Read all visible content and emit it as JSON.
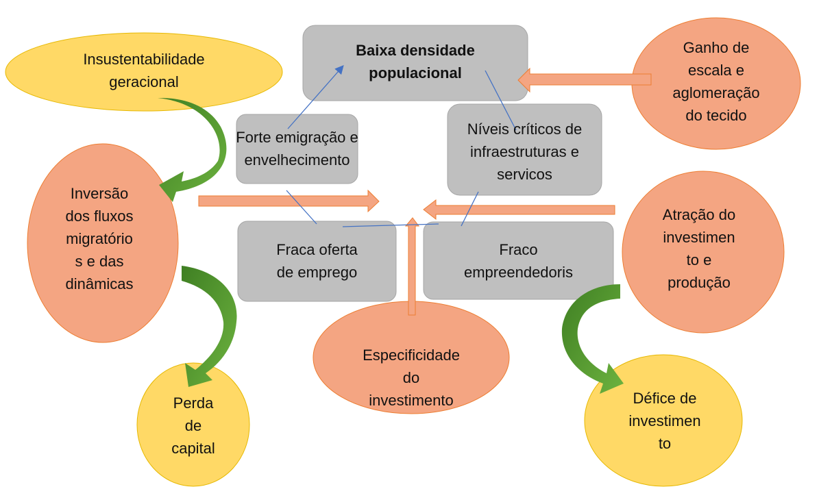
{
  "nodes": {
    "baixa": {
      "lines": [
        "Baixa densidade",
        "populacional"
      ]
    },
    "forte": {
      "lines": [
        "Forte emigração e",
        "envelhecimento"
      ]
    },
    "niveis": {
      "lines": [
        "Níveis críticos de",
        "infraestruturas e",
        "servicos"
      ]
    },
    "fraca_oferta": {
      "lines": [
        "Fraca oferta",
        "de emprego"
      ]
    },
    "fraco_empre": {
      "lines": [
        "Fraco",
        "empreendedoris"
      ]
    },
    "insust": {
      "lines": [
        "Insustentabilidade",
        "geracional"
      ]
    },
    "ganho": {
      "lines": [
        "Ganho de",
        "escala e",
        "aglomeração",
        "do tecido"
      ]
    },
    "inversao": {
      "lines": [
        "Inversão",
        "dos fluxos",
        "migratório",
        "s e das",
        "dinâmicas"
      ]
    },
    "atracao": {
      "lines": [
        "Atração do",
        "investimen",
        "to e",
        "produção"
      ]
    },
    "especif": {
      "lines": [
        "Especificidade",
        "do",
        "investimento"
      ]
    },
    "perda": {
      "lines": [
        "Perda",
        "de",
        "capital"
      ]
    },
    "defice": {
      "lines": [
        "Défice de",
        "investimen",
        "to"
      ]
    }
  },
  "colors": {
    "gray_box": "#BFBFBF",
    "orange": "#F4A582",
    "orange_stroke": "#ED7D31",
    "yellow": "#FFD966",
    "green": "#5B9B32",
    "blue": "#4472C4"
  }
}
